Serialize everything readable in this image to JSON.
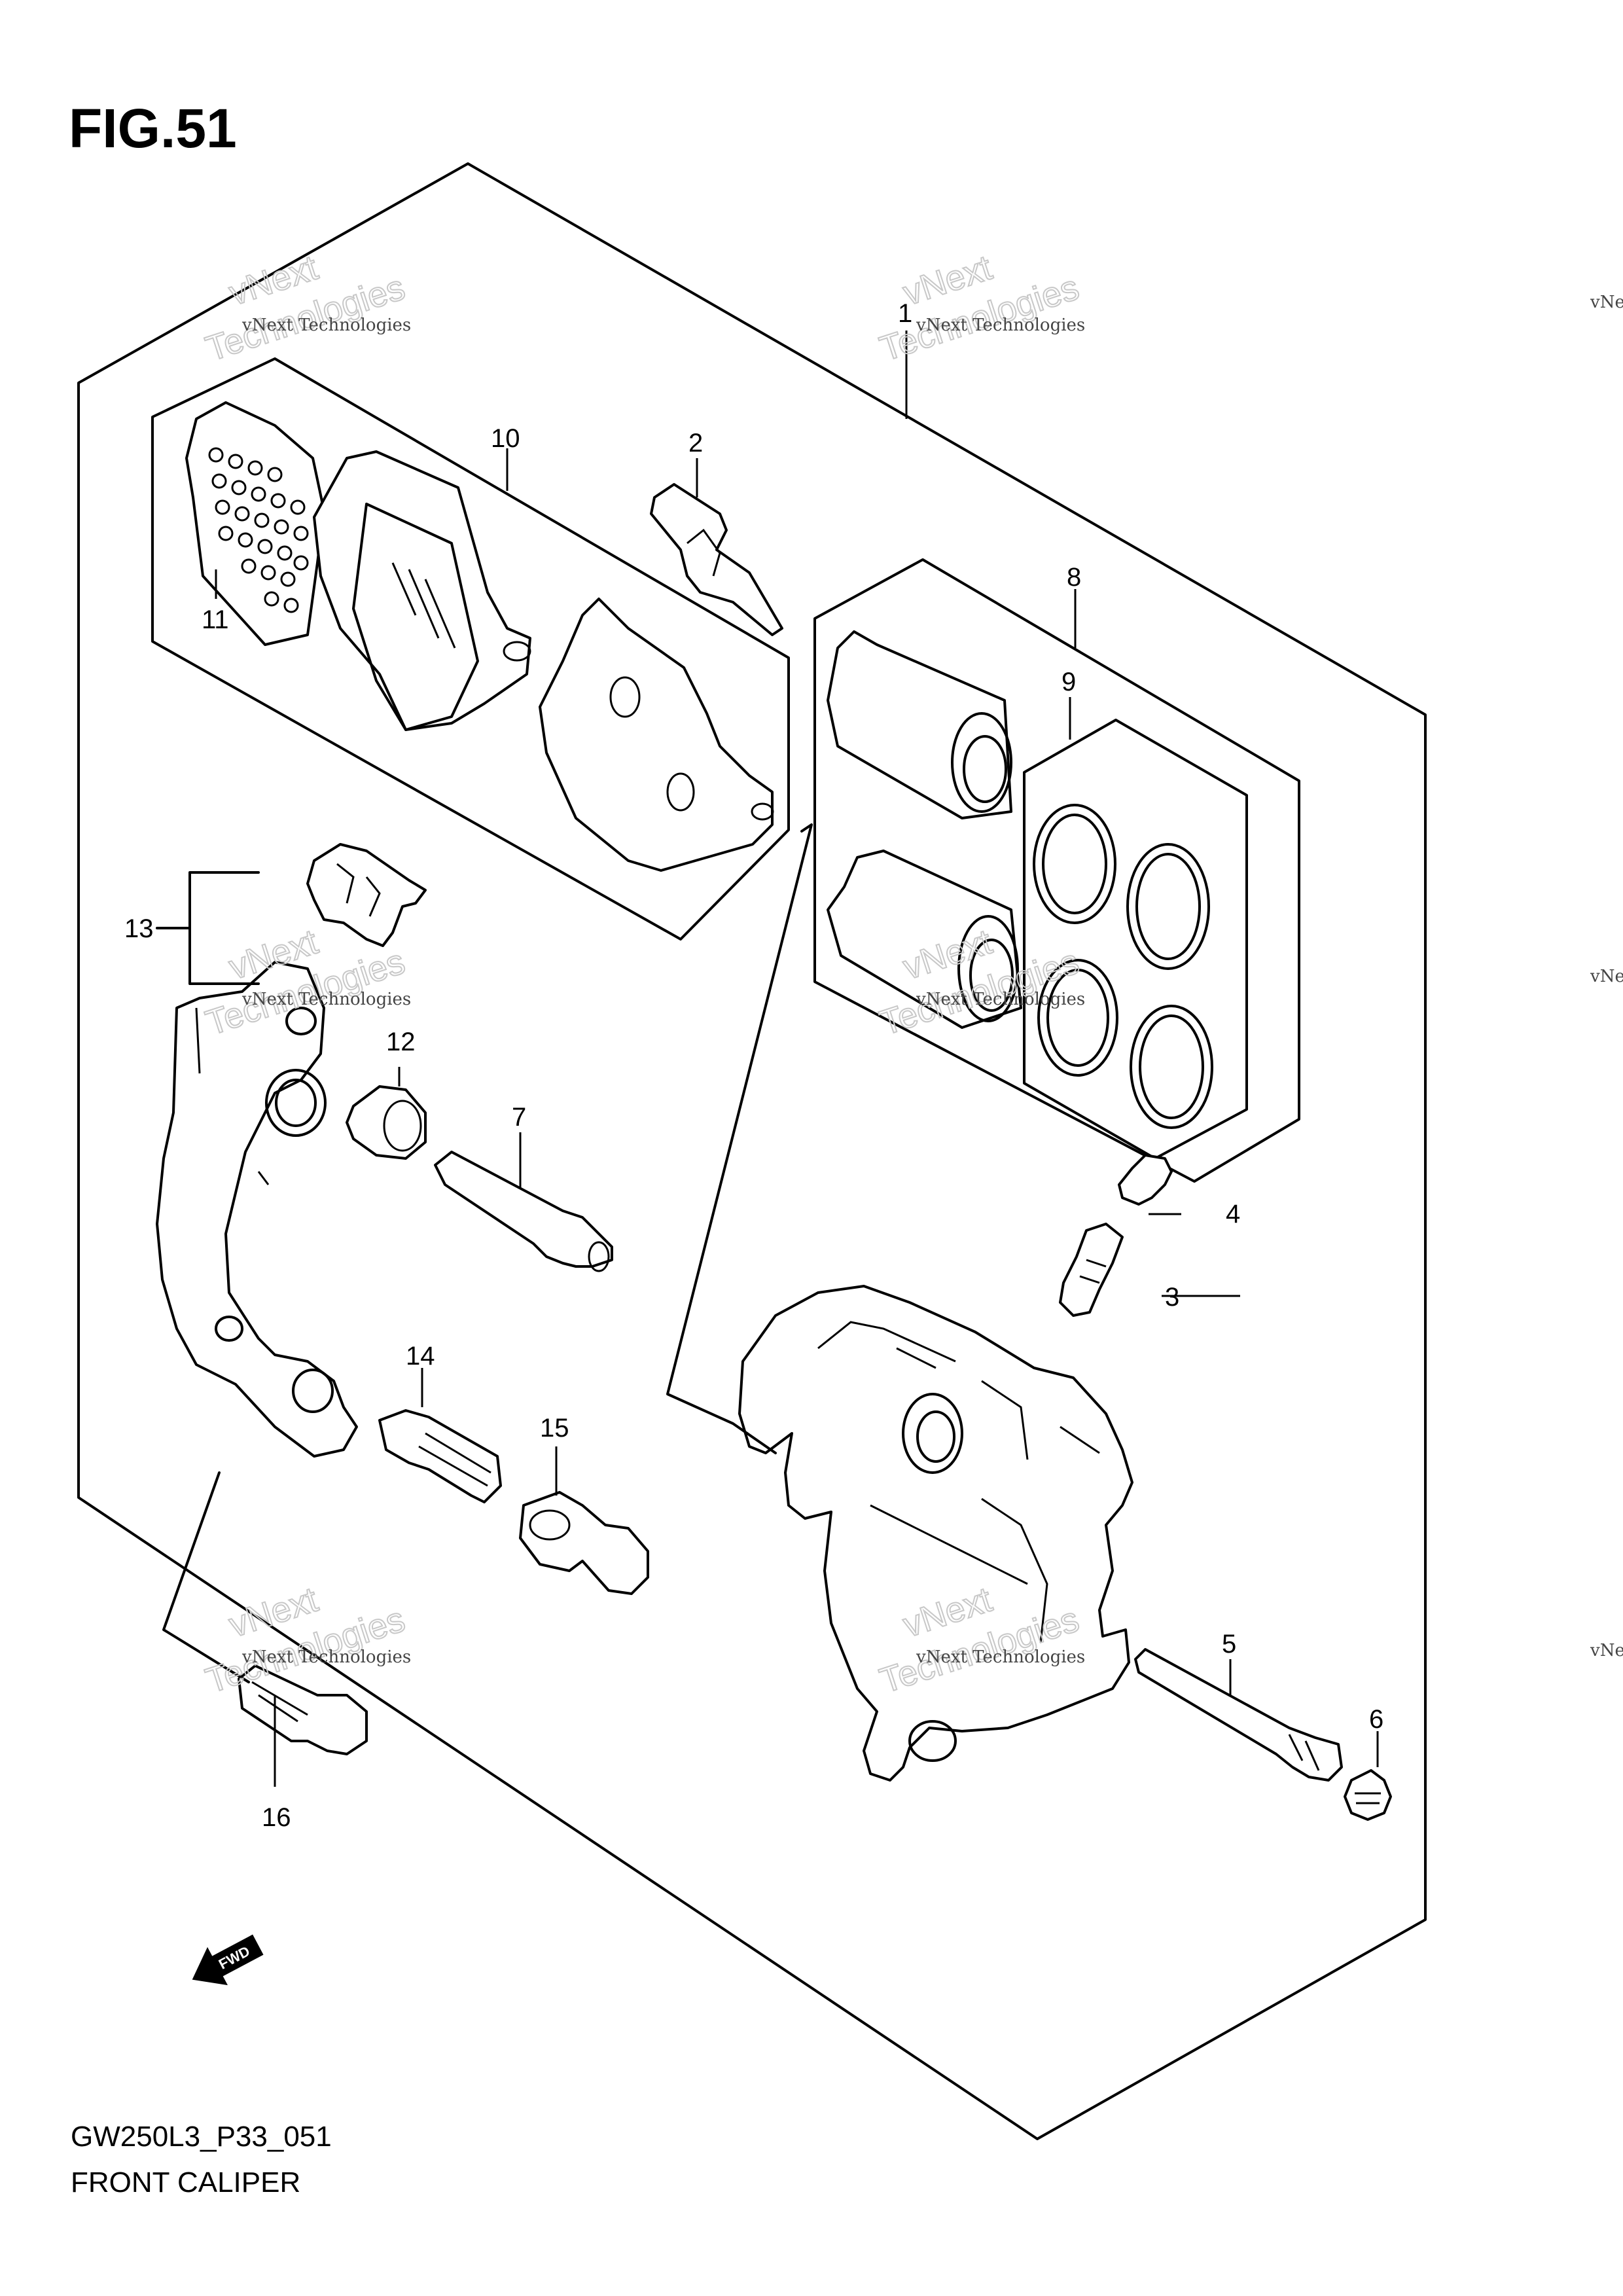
{
  "figure": {
    "title": "FIG.51",
    "code": "GW250L3_P33_051",
    "name": "FRONT CALIPER"
  },
  "callouts": [
    "1",
    "2",
    "3",
    "4",
    "5",
    "6",
    "7",
    "8",
    "9",
    "10",
    "11",
    "12",
    "13",
    "14",
    "15",
    "16"
  ],
  "watermark": {
    "line1": "vNext Technologies",
    "line2": "vNext",
    "line3": "Technologies"
  },
  "fwd_arrow": {
    "label": "FWD"
  }
}
